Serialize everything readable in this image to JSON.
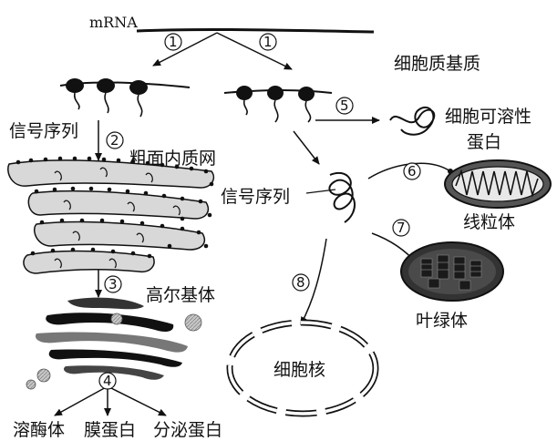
{
  "diagram": {
    "mrna_label": "mRNA",
    "cytoplasm_matrix_label": "细胞质基质",
    "signal_sequence_left_label": "信号序列",
    "rough_er_label": "粗面内质网",
    "golgi_label": "高尔基体",
    "lysosome_label": "溶酶体",
    "membrane_protein_label": "膜蛋白",
    "secreted_protein_label": "分泌蛋白",
    "soluble_protein_line1": "细胞可溶性",
    "soluble_protein_line2": "蛋白",
    "signal_sequence_right_label": "信号序列",
    "mitochondria_label": "线粒体",
    "chloroplast_label": "叶绿体",
    "nucleus_label": "细胞核",
    "steps": [
      "1",
      "1",
      "2",
      "3",
      "4",
      "5",
      "6",
      "7",
      "8"
    ]
  }
}
